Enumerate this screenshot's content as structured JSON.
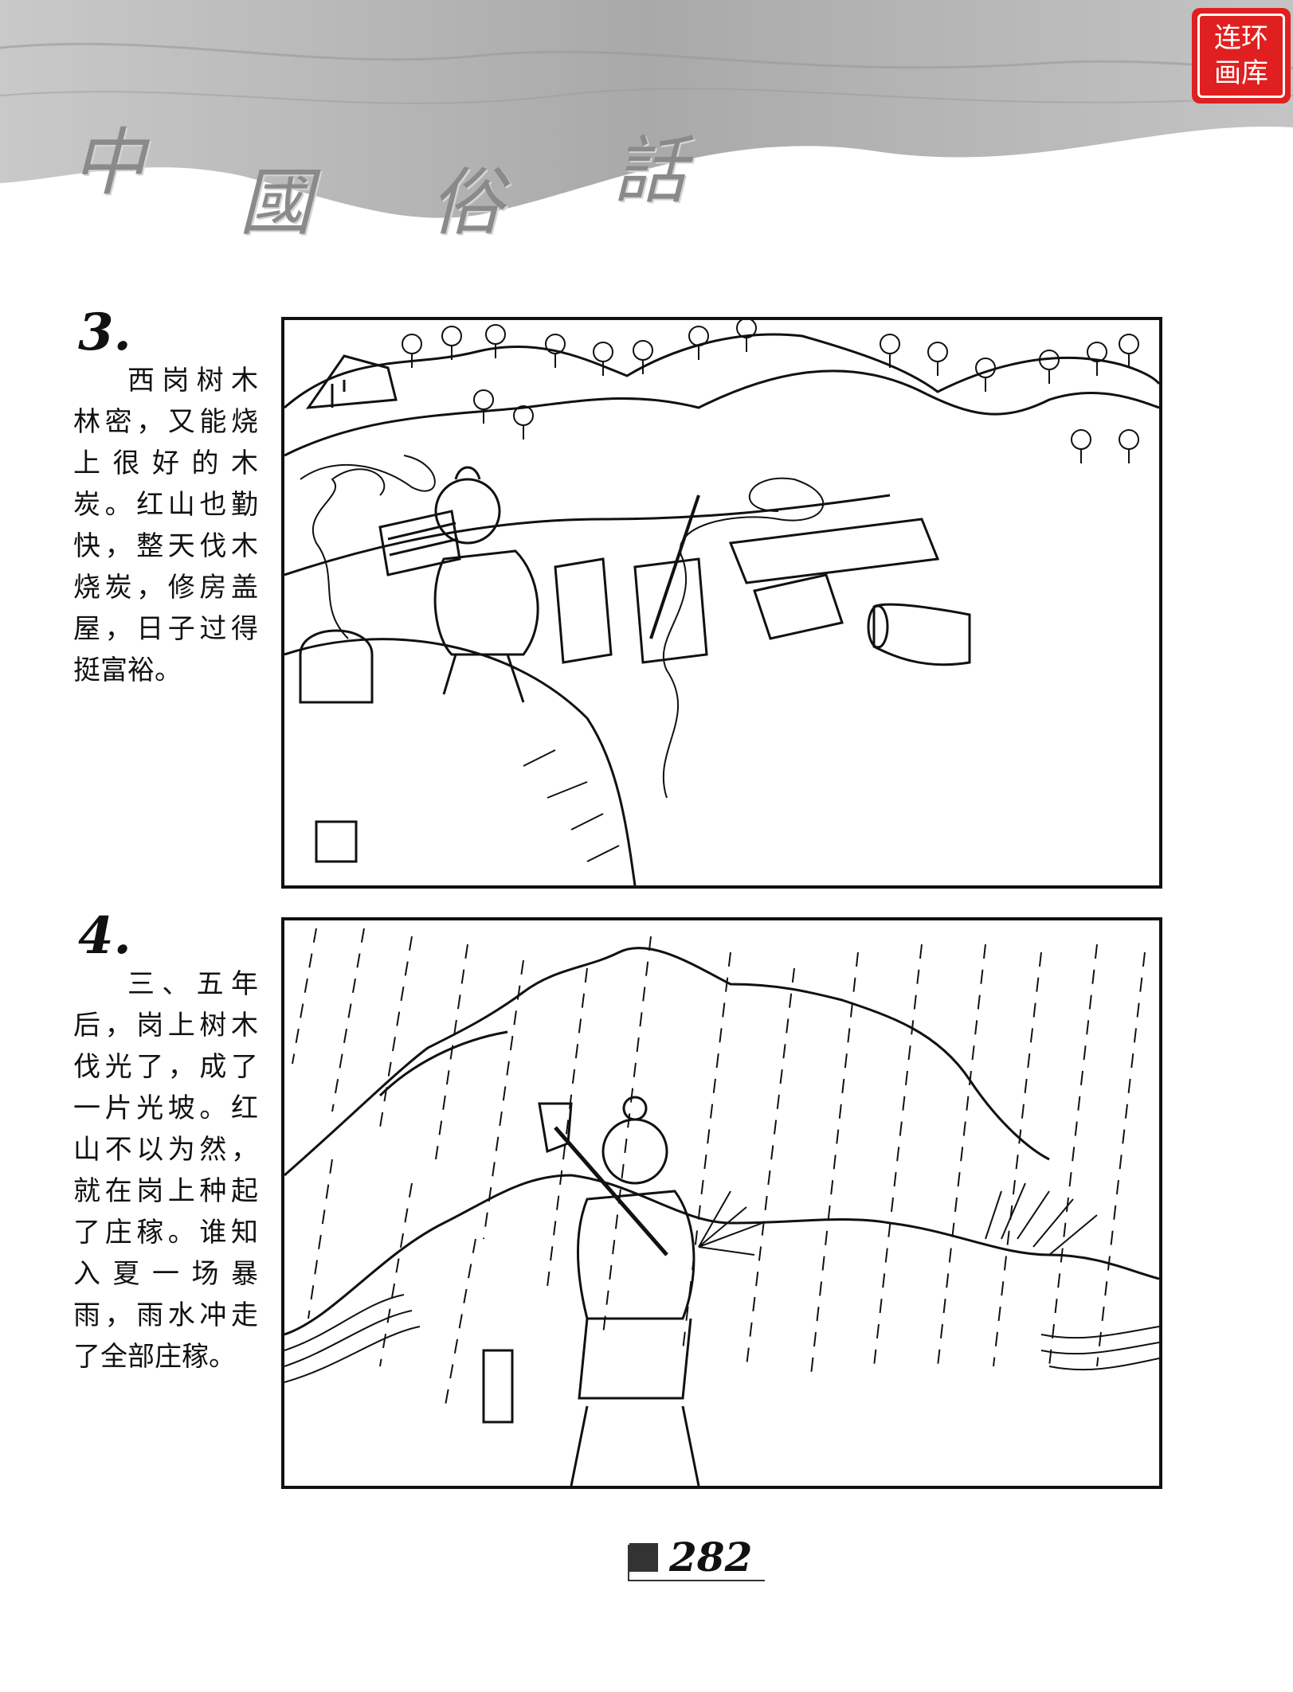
{
  "header": {
    "title_chars": [
      "中",
      "國",
      "俗",
      "話"
    ]
  },
  "seal": {
    "line1": "连环",
    "line2": "画库"
  },
  "panels": [
    {
      "number": "3.",
      "caption": "西岗树木林密，又能烧上很好的木炭。红山也勤快，整天伐木烧炭，修房盖屋，日子过得挺富裕。"
    },
    {
      "number": "4.",
      "caption": "三、五年后，岗上树木伐光了，成了一片光坡。红山不以为然，就在岗上种起了庄稼。谁知入夏一场暴雨，雨水冲走了全部庄稼。"
    }
  ],
  "footer": {
    "page_number": "282"
  },
  "colors": {
    "seal": "#e02020",
    "banner": "#b8b8b8"
  }
}
